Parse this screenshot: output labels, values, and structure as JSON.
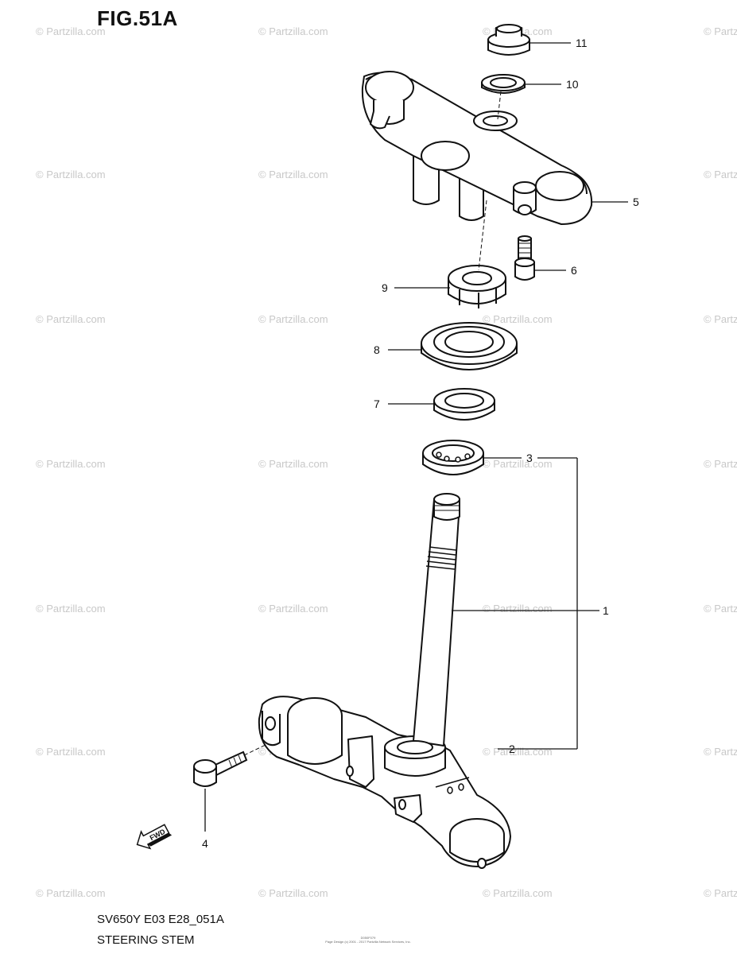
{
  "figure": {
    "title": "FIG.51A",
    "model_code": "SV650Y E03 E28_051A",
    "section_name": "STEERING STEM",
    "fine_print_line1": "D050F079",
    "fine_print_line2": "Page Design (c) 2001 - 2017 Partzilla Network Services, Inc."
  },
  "watermark": {
    "text": "© Partzilla.com",
    "color": "#c8c8c8"
  },
  "fwd_arrow": {
    "label": "FWD"
  },
  "callouts": [
    {
      "id": "11",
      "label": "11"
    },
    {
      "id": "10",
      "label": "10"
    },
    {
      "id": "5",
      "label": "5"
    },
    {
      "id": "6",
      "label": "6"
    },
    {
      "id": "9",
      "label": "9"
    },
    {
      "id": "8",
      "label": "8"
    },
    {
      "id": "7",
      "label": "7"
    },
    {
      "id": "3",
      "label": "3"
    },
    {
      "id": "1",
      "label": "1"
    },
    {
      "id": "2",
      "label": "2"
    },
    {
      "id": "4",
      "label": "4"
    }
  ]
}
